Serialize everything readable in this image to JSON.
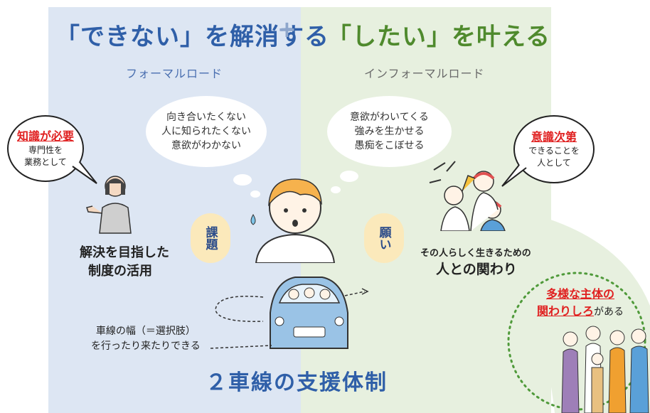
{
  "header": {
    "left_title": "「できない」を解消する",
    "plus": "+",
    "right_title": "「したい」を叶える",
    "left_sub": "フォーマルロード",
    "right_sub": "インフォーマルロード"
  },
  "thought_left": [
    "向き合いたくない",
    "人に知られたくない",
    "意欲がわかない"
  ],
  "thought_right": [
    "意欲がわいてくる",
    "強みを生かせる",
    "愚痴をこぼせる"
  ],
  "speech_left": {
    "strong": "知識が必要",
    "lines": [
      "専門性を",
      "業務として"
    ]
  },
  "speech_right": {
    "strong": "意識次第",
    "lines": [
      "できることを",
      "人として"
    ]
  },
  "badges": {
    "left": "課題",
    "right": "願い"
  },
  "captions": {
    "left": [
      "解決を目指した",
      "制度の活用"
    ],
    "right_small": "その人らしく生きるための",
    "right_big": "人との関わり"
  },
  "lane_note": [
    "車線の幅（＝選択肢）",
    "を行ったり来たりできる"
  ],
  "footer": "２車線の支援体制",
  "actors": {
    "line1": "多様な主体の",
    "line2_strong": "関わりしろ",
    "line2_rest": "がある"
  },
  "colors": {
    "left_bg": "#dde6f3",
    "right_bg": "#e7f0df",
    "left_title": "#2f5fa8",
    "right_title": "#4f8a2d",
    "emphasis": "#e02020"
  },
  "icons": [
    "thought-bubble",
    "speech-bubble",
    "person-icon",
    "car-icon",
    "family-icon"
  ]
}
